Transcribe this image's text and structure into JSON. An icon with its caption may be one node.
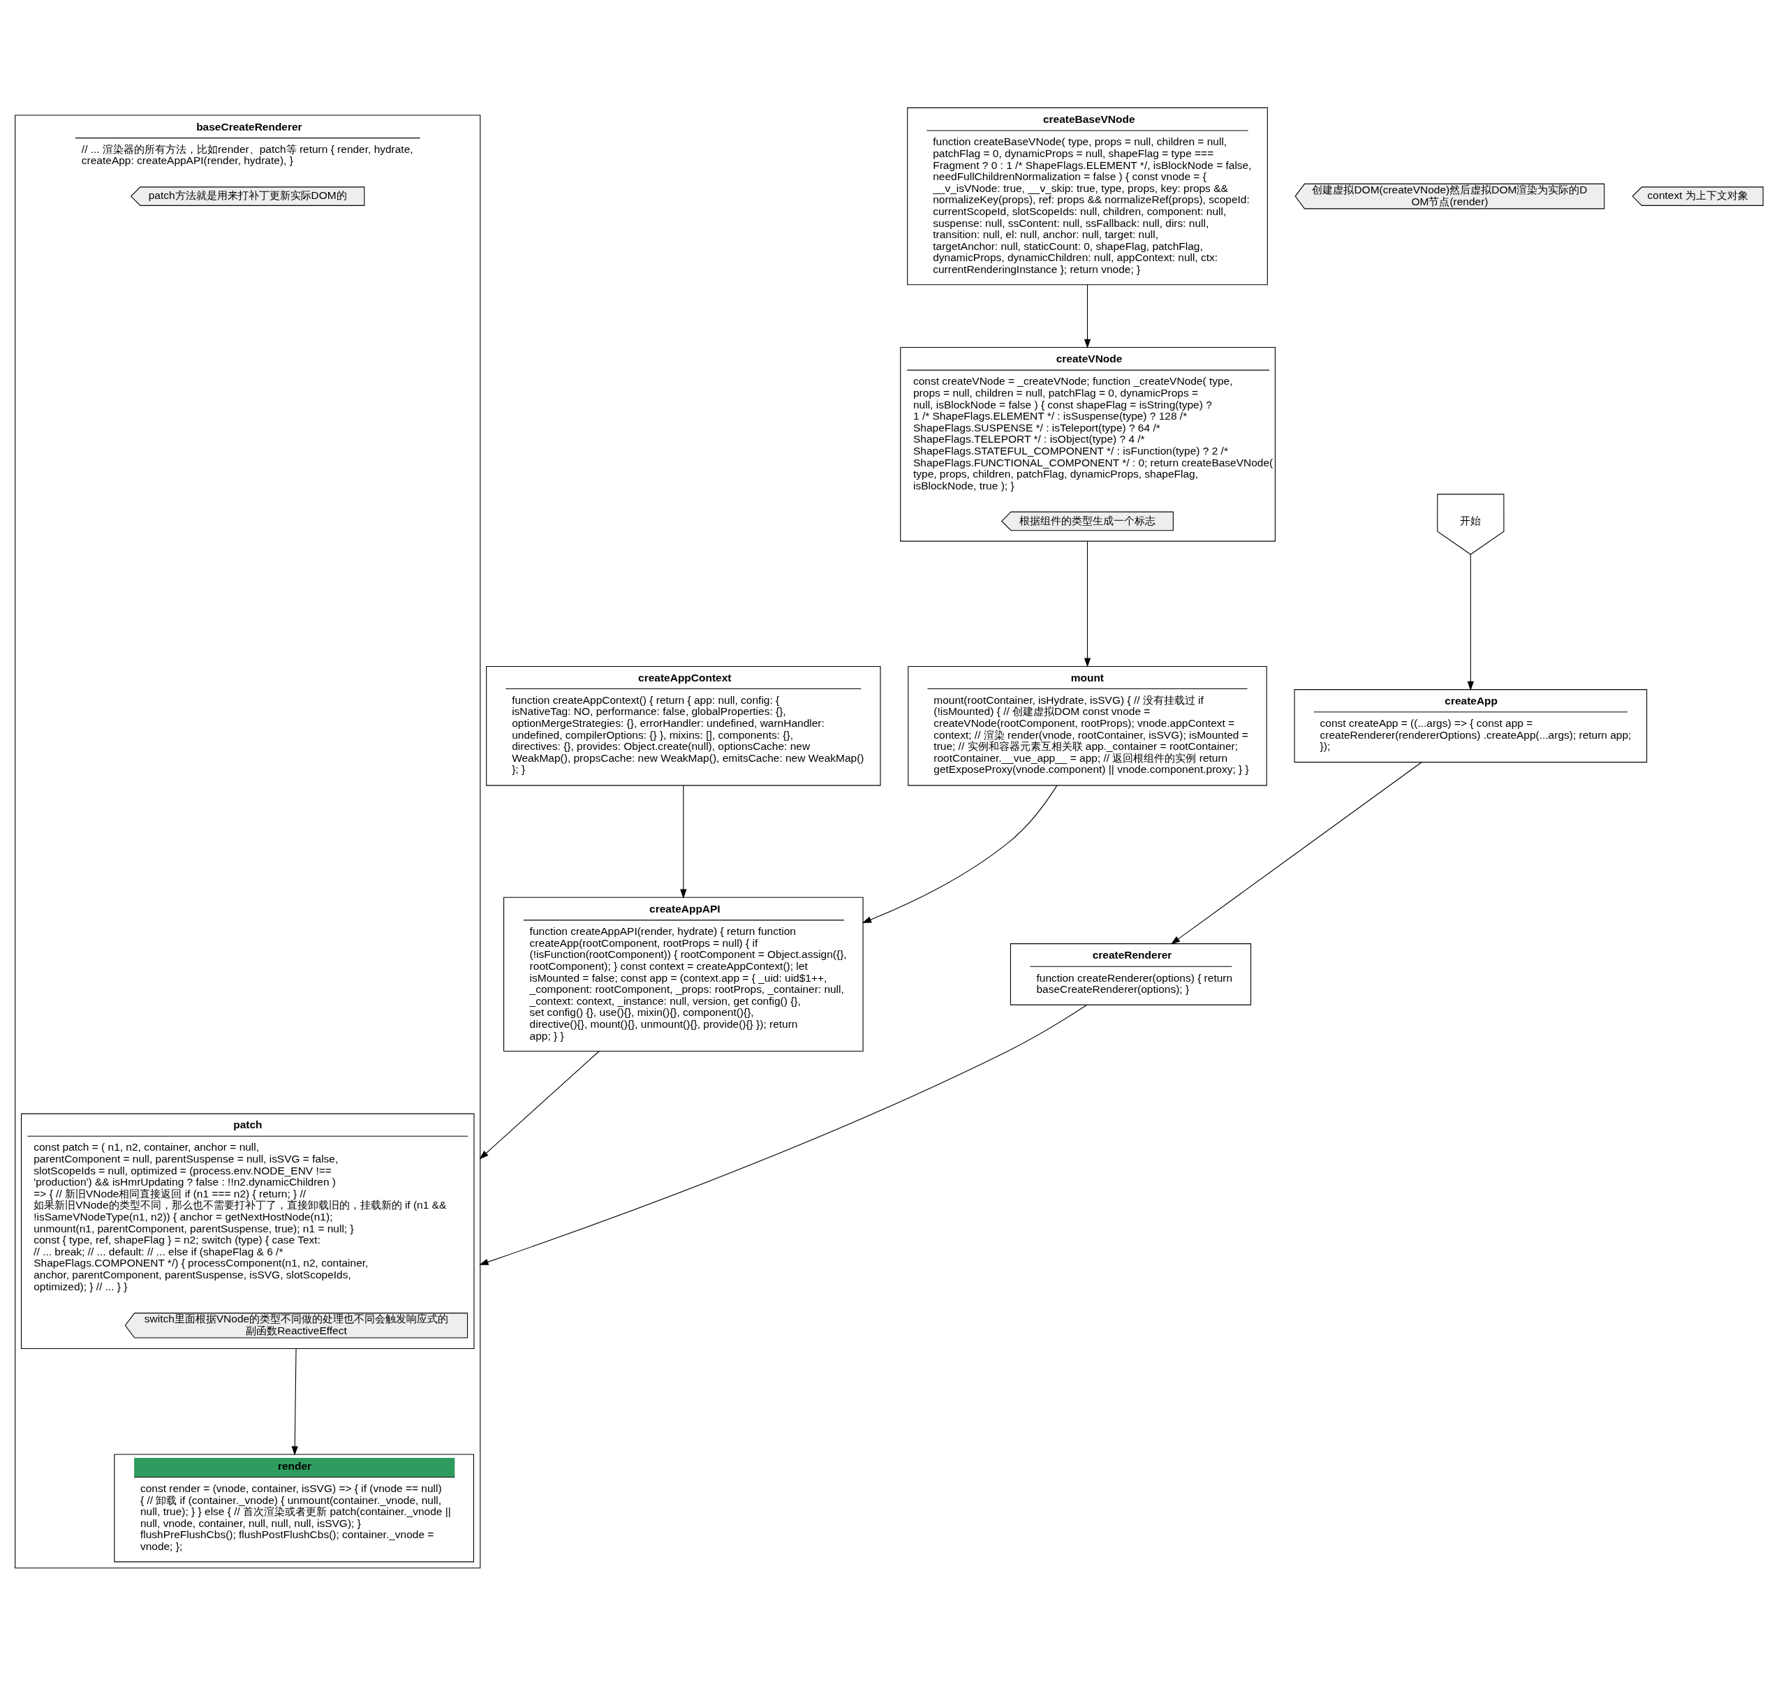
{
  "diagram": {
    "nodes": [
      {
        "text": [
          "createBaseVNode",
          "function createBaseVNode( type, props = null, children = null, patchFlag = 0, dynamicProps = null, shapeFlag = type === Fragment ? 0 : 1 /* ShapeFlags.ELEMENT */, isBlockNode = false, needFullChildrenNormalization = false ) { const vnode = { __v_isVNode: true, __v_skip: true, type, props, key: props && normalizeKey(props), ref: props && normalizeRef(props), scopeId: currentScopeId, slotScopeIds: null, children, component: null, suspense: null, ssContent: null, ssFallback: null, dirs: null, transition: null, el: null, anchor: null, target: null, targetAnchor: null, staticCount: 0, shapeFlag, patchFlag, dynamicProps, dynamicChildren: null, appContext: null, ctx: currentRenderingInstance }; return vnode; }"
        ]
      },
      {
        "text": [
          "createVNode",
          "const createVNode = _createVNode; function _createVNode( type, props = null, children = null, patchFlag = 0, dynamicProps = null, isBlockNode = false ) { const shapeFlag = isString(type) ? 1 /* ShapeFlags.ELEMENT */ : isSuspense(type) ? 128 /* ShapeFlags.SUSPENSE */ : isTeleport(type) ? 64 /* ShapeFlags.TELEPORT */ : isObject(type) ? 4 /* ShapeFlags.STATEFUL_COMPONENT */ : isFunction(type) ? 2 /* ShapeFlags.FUNCTIONAL_COMPONENT */ : 0; return createBaseVNode( type, props, children, patchFlag, dynamicProps, shapeFlag, isBlockNode, true ); }"
        ]
      },
      {
        "text": [
          "根据组件的类型生成一个标志"
        ],
        "in": 1
      },
      {
        "text": [
          "mount",
          "mount(rootContainer, isHydrate, isSVG) { // 没有挂载过 if (!isMounted) { // 创建虚拟DOM const vnode = createVNode(rootComponent, rootProps); vnode.appContext = context; // 渲染 render(vnode, rootContainer, isSVG); isMounted = true; // 实例和容器元素互相关联 app._container = rootContainer; rootContainer.__vue_app__ = app; // 返回根组件的实例 return getExposeProxy(vnode.component) || vnode.component.proxy; } }"
        ]
      },
      {
        "text": [
          "创建虚拟DOM(createVNode)然后虚拟DOM渲染为实际的DOM节点(render)"
        ]
      },
      {
        "text": [
          "createAppContext",
          "function createAppContext() { return { app: null, config: { isNativeTag: NO, performance: false, globalProperties: {}, optionMergeStrategies: {}, errorHandler: undefined, warnHandler: undefined, compilerOptions: {} }, mixins: [], components: {}, directives: {}, provides: Object.create(null), optionsCache: new WeakMap(), propsCache: new WeakMap(), emitsCache: new WeakMap() }; }"
        ]
      },
      {
        "text": [
          "createAppAPI",
          "function createAppAPI(render, hydrate) { return function createApp(rootComponent, rootProps = null) { if (!isFunction(rootComponent)) { rootComponent = Object.assign({}, rootComponent); } const context = createAppContext(); let isMounted = false; const app = (context.app = { _uid: uid$1++, _component: rootComponent, _props: rootProps, _container: null, _context: context, _instance: null, version, get config() {}, set config() {}, use(){}, mixin(){}, component(){}, directive(){}, mount(){}, unmount(){}, provide(){} }); return app; } }"
        ]
      },
      {
        "text": [
          "context 为上下文对象"
        ]
      },
      {
        "text": [
          "开始"
        ]
      },
      {
        "text": [
          "createApp",
          "const createApp = ((...args) => { const app = createRenderer(rendererOptions) .createApp(...args); return app; });"
        ]
      },
      {
        "text": [
          "createRenderer",
          "function createRenderer(options) { return baseCreateRenderer(options); }"
        ]
      },
      {
        "text": [
          "baseCreateRenderer",
          "// ... 渲染器的所有方法，比如render、patch等 return { render, hydrate, createApp: createAppAPI(render, hydrate), }"
        ]
      },
      {
        "text": [
          "patch",
          "const patch = ( n1, n2, container, anchor = null, parentComponent = null, parentSuspense = null, isSVG = false, slotScopeIds = null, optimized = (process.env.NODE_ENV !== 'production') && isHmrUpdating ? false : !!n2.dynamicChildren ) => { // 新旧VNode相同直接返回 if (n1 === n2) { return; } // 如果新旧VNode的类型不同，那么也不需要打补丁了，直接卸载旧的，挂载新的 if (n1 && !isSameVNodeType(n1, n2)) { anchor = getNextHostNode(n1); unmount(n1, parentComponent, parentSuspense, true); n1 = null; } const { type, ref, shapeFlag } = n2; switch (type) { case Text: // ... break; // ... default: // ... else if (shapeFlag & 6 /* ShapeFlags.COMPONENT */) { processComponent(n1, n2, container, anchor, parentComponent, parentSuspense, isSVG, slotScopeIds, optimized); } // ... } }"
        ],
        "in": 11
      },
      {
        "text": [
          "patch方法就是用来打补丁更新实际DOM的"
        ],
        "in": 11
      },
      {
        "text": [
          "switch里面根据VNode的类型不同做的处理也不同会触发响应式的副函数ReactiveEffect"
        ],
        "in": 12
      },
      {
        "text": [
          "render",
          "const render = (vnode, container, isSVG) => { if (vnode == null) { // 卸载 if (container._vnode) { unmount(container._vnode, null, null, true); } } else { // 首次渲染或者更新 patch(container._vnode || null, vnode, container, null, null, null, isSVG); } flushPreFlushCbs(); flushPostFlushCbs(); container._vnode = vnode; };"
        ],
        "in": 11
      }
    ],
    "edges": [
      {
        "from": 0,
        "to": 1,
        "arrow": "to"
      },
      {
        "from": 1,
        "to": 3,
        "arrow": "to"
      },
      {
        "from": 3,
        "to": 6,
        "arrow": "to"
      },
      {
        "from": 5,
        "to": 6,
        "arrow": "to"
      },
      {
        "from": 6,
        "to": 11,
        "arrow": "to"
      },
      {
        "from": 8,
        "to": 9,
        "arrow": "to"
      },
      {
        "from": 9,
        "to": 10,
        "arrow": "to"
      },
      {
        "from": 10,
        "to": 11,
        "arrow": "to"
      },
      {
        "from": 12,
        "to": 15,
        "arrow": "to"
      }
    ]
  }
}
